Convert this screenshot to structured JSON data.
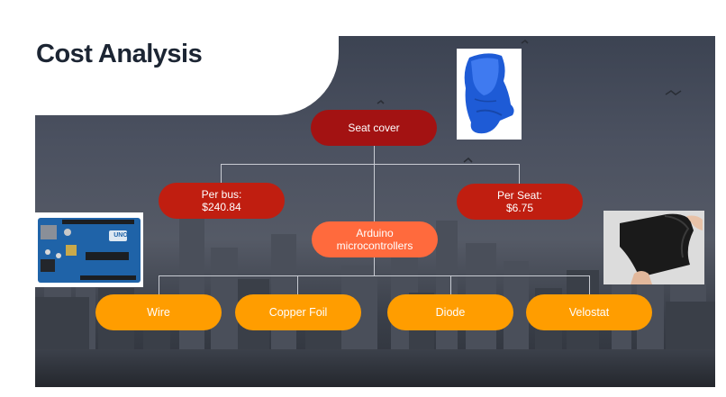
{
  "slide": {
    "title": "Cost Analysis"
  },
  "diagram": {
    "root": "Seat cover",
    "per_bus": {
      "label": "Per bus:",
      "value": "$240.84"
    },
    "per_seat": {
      "label": "Per Seat:",
      "value": "$6.75"
    },
    "center": "Arduino microcontrollers",
    "components": [
      "Wire",
      "Copper Foil",
      "Diode",
      "Velostat"
    ]
  },
  "colors": {
    "root": "#a31212",
    "cost_nodes": "#c01e10",
    "center_node": "#ff6a3d",
    "component_nodes": "#ff9d00",
    "title_text": "#1c2533"
  },
  "images": {
    "arduino_board_label": "UNO"
  }
}
